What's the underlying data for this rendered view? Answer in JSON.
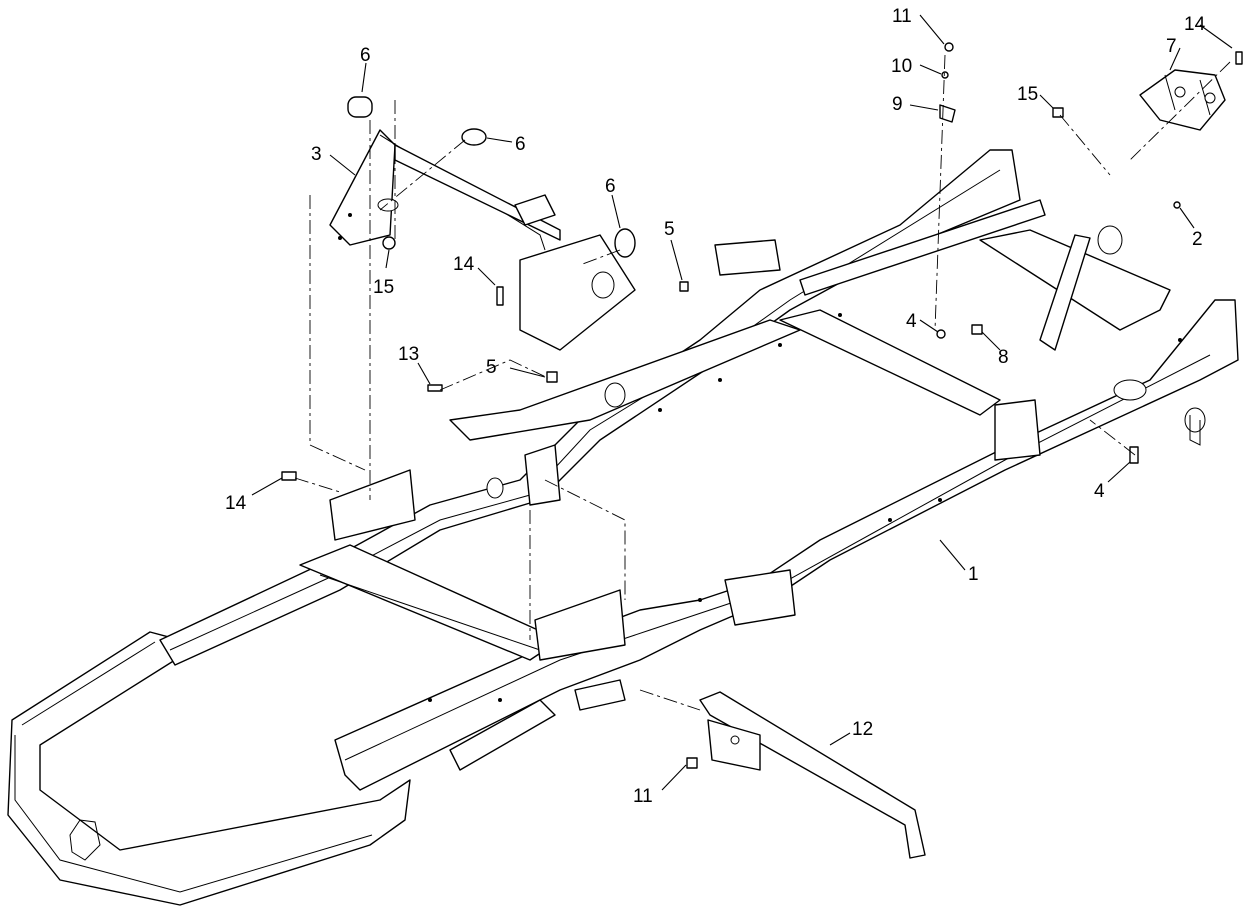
{
  "callouts": [
    {
      "id": "c1",
      "label": "1"
    },
    {
      "id": "c2",
      "label": "2"
    },
    {
      "id": "c3",
      "label": "3"
    },
    {
      "id": "c4a",
      "label": "4"
    },
    {
      "id": "c4b",
      "label": "4"
    },
    {
      "id": "c5a",
      "label": "5"
    },
    {
      "id": "c5b",
      "label": "5"
    },
    {
      "id": "c6a",
      "label": "6"
    },
    {
      "id": "c6b",
      "label": "6"
    },
    {
      "id": "c6c",
      "label": "6"
    },
    {
      "id": "c7",
      "label": "7"
    },
    {
      "id": "c8",
      "label": "8"
    },
    {
      "id": "c9",
      "label": "9"
    },
    {
      "id": "c10",
      "label": "10"
    },
    {
      "id": "c11a",
      "label": "11"
    },
    {
      "id": "c11b",
      "label": "11"
    },
    {
      "id": "c12",
      "label": "12"
    },
    {
      "id": "c13",
      "label": "13"
    },
    {
      "id": "c14a",
      "label": "14"
    },
    {
      "id": "c14b",
      "label": "14"
    },
    {
      "id": "c14c",
      "label": "14"
    },
    {
      "id": "c15a",
      "label": "15"
    },
    {
      "id": "c15b",
      "label": "15"
    }
  ]
}
